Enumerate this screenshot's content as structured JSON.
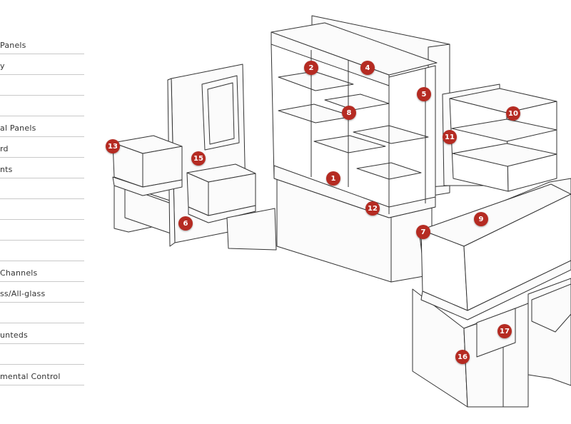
{
  "legend": {
    "items": [
      {
        "label": "Panels"
      },
      {
        "label": "y"
      },
      {
        "label": ""
      },
      {
        "label": ""
      },
      {
        "label": "al Panels"
      },
      {
        "label": "rd"
      },
      {
        "label": "nts"
      },
      {
        "label": ""
      },
      {
        "label": ""
      },
      {
        "label": ""
      },
      {
        "label": ""
      },
      {
        "label": "Channels"
      },
      {
        "label": "ss/All-glass"
      },
      {
        "label": ""
      },
      {
        "label": "unteds"
      },
      {
        "label": ""
      },
      {
        "label": "mental Control"
      }
    ]
  },
  "callouts": [
    "1",
    "2",
    "4",
    "5",
    "6",
    "7",
    "8",
    "9",
    "10",
    "11",
    "12",
    "13",
    "15",
    "16",
    "17"
  ],
  "colors": {
    "badge": "#b52b22",
    "line": "#333333",
    "panel": "#fbfbfb",
    "rule": "#c9c9c9"
  }
}
